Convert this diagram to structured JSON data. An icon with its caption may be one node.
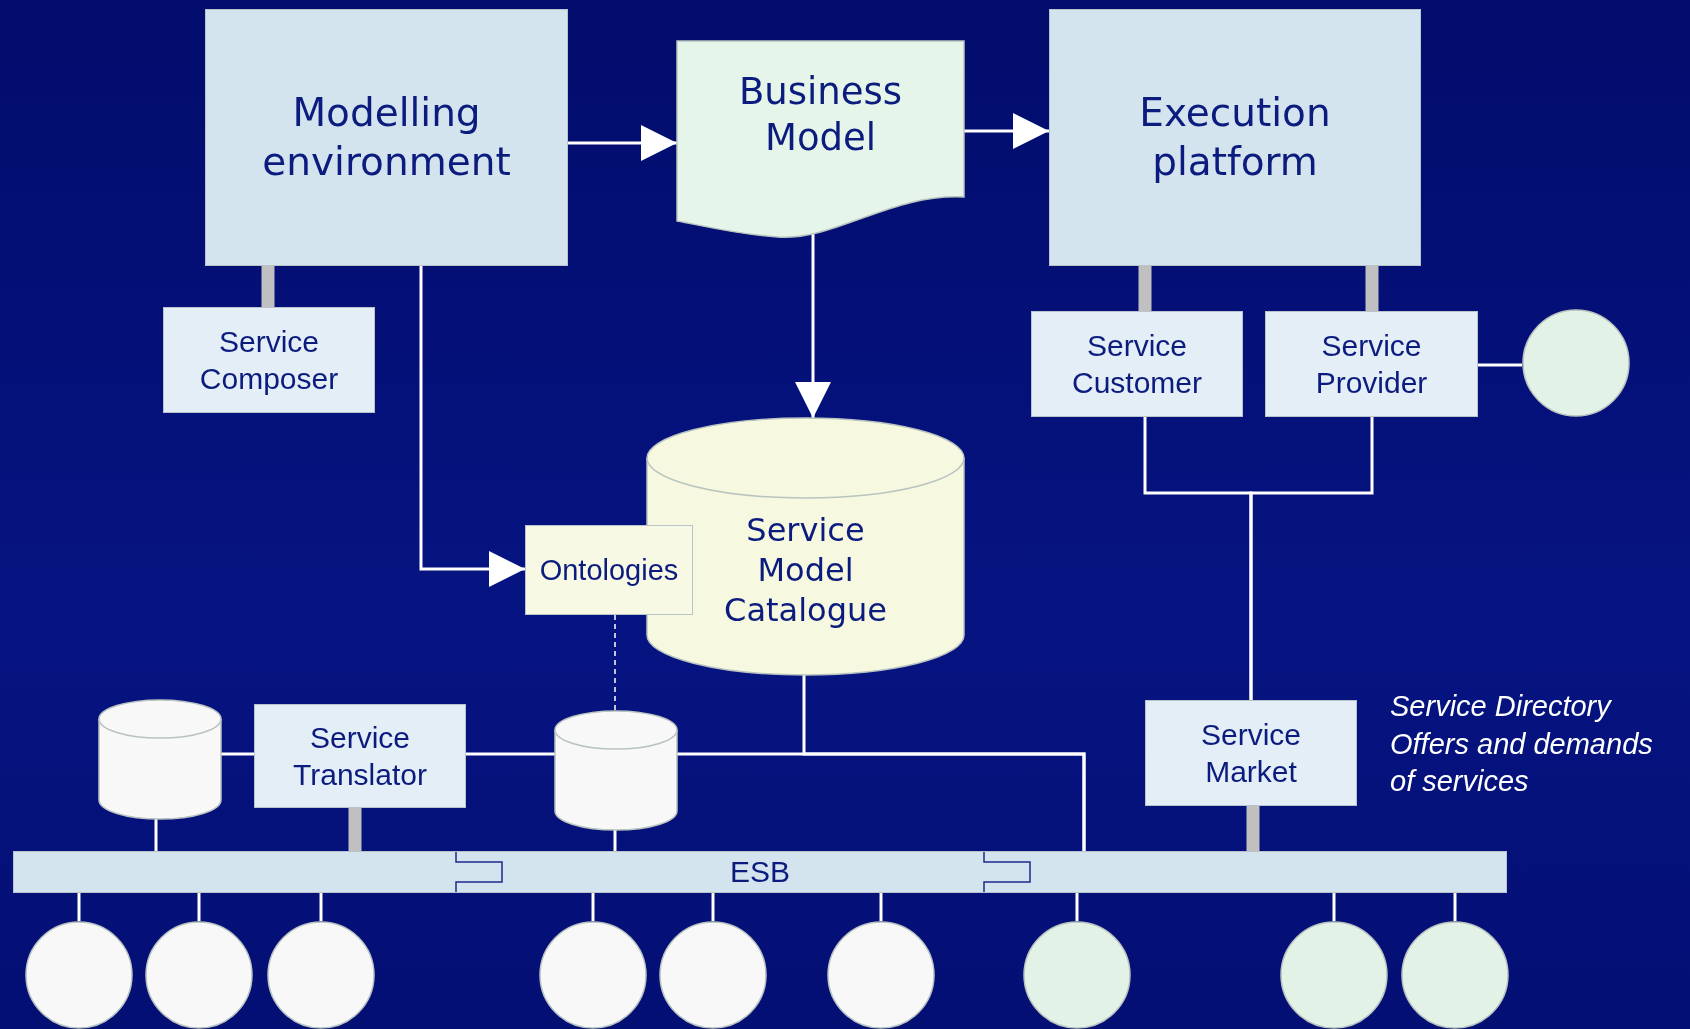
{
  "diagram": {
    "nodes": [
      {
        "text": [
          "Modelling environment"
        ]
      },
      {
        "text": [
          "Business Model"
        ]
      },
      {
        "text": [
          "Execution platform"
        ]
      },
      {
        "text": [
          "Service Composer"
        ]
      },
      {
        "text": [
          "Service Customer"
        ]
      },
      {
        "text": [
          "Service Provider"
        ]
      },
      {
        "text": [],
        "shape": "circle"
      },
      {
        "text": [
          "Service Model Catalogue"
        ]
      },
      {
        "text": [
          "Ontologies"
        ]
      },
      {
        "text": [],
        "shape": "cylinder"
      },
      {
        "text": [
          "Service Translator"
        ]
      },
      {
        "text": [],
        "shape": "cylinder"
      },
      {
        "text": [
          "Service Market"
        ],
        "beside": [
          "Service Directory Offers and demands of services"
        ]
      },
      {
        "text": [
          "ESB"
        ]
      },
      {
        "text": [],
        "shape": "circle"
      },
      {
        "text": [],
        "shape": "circle"
      },
      {
        "text": [],
        "shape": "circle"
      },
      {
        "text": [],
        "shape": "circle"
      },
      {
        "text": [],
        "shape": "circle"
      },
      {
        "text": [],
        "shape": "circle"
      },
      {
        "text": [],
        "shape": "circle"
      },
      {
        "text": [],
        "shape": "circle"
      },
      {
        "text": [],
        "shape": "circle"
      }
    ],
    "edges": [
      {
        "from": 0,
        "to": 1,
        "arrow": "to"
      },
      {
        "from": 1,
        "to": 2,
        "arrow": "to"
      },
      {
        "from": 1,
        "to": 7,
        "arrow": "to"
      },
      {
        "from": 0,
        "to": 8,
        "arrow": "to"
      },
      {
        "from": 0,
        "to": 3,
        "arrow": "none",
        "style": "thick",
        "color": "#c0c0c0"
      },
      {
        "from": 2,
        "to": 4,
        "arrow": "none",
        "style": "thick",
        "color": "#c0c0c0"
      },
      {
        "from": 2,
        "to": 5,
        "arrow": "none",
        "style": "thick",
        "color": "#c0c0c0"
      },
      {
        "from": 5,
        "to": 6,
        "arrow": "none"
      },
      {
        "from": 4,
        "to": 12,
        "arrow": "none"
      },
      {
        "from": 5,
        "to": 12,
        "arrow": "none"
      },
      {
        "from": 8,
        "to": 11,
        "arrow": "none",
        "style": "dashed"
      },
      {
        "from": 9,
        "to": 10,
        "arrow": "none"
      },
      {
        "from": 10,
        "to": 11,
        "arrow": "none"
      },
      {
        "from": 9,
        "to": 13,
        "arrow": "none"
      },
      {
        "from": 10,
        "to": 13,
        "arrow": "none",
        "style": "thick",
        "color": "#c0c0c0"
      },
      {
        "from": 11,
        "to": 13,
        "arrow": "none"
      },
      {
        "from": 11,
        "to": 13,
        "arrow": "none"
      },
      {
        "from": 7,
        "to": 13,
        "arrow": "none"
      },
      {
        "from": 12,
        "to": 13,
        "arrow": "none",
        "style": "thick",
        "color": "#c0c0c0"
      },
      {
        "from": 13,
        "to": 14,
        "arrow": "none"
      },
      {
        "from": 13,
        "to": 15,
        "arrow": "none"
      },
      {
        "from": 13,
        "to": 16,
        "arrow": "none"
      },
      {
        "from": 13,
        "to": 17,
        "arrow": "none"
      },
      {
        "from": 13,
        "to": 18,
        "arrow": "none"
      },
      {
        "from": 13,
        "to": 19,
        "arrow": "none"
      },
      {
        "from": 13,
        "to": 20,
        "arrow": "none"
      },
      {
        "from": 13,
        "to": 21,
        "arrow": "none"
      },
      {
        "from": 13,
        "to": 22,
        "arrow": "none"
      }
    ]
  }
}
